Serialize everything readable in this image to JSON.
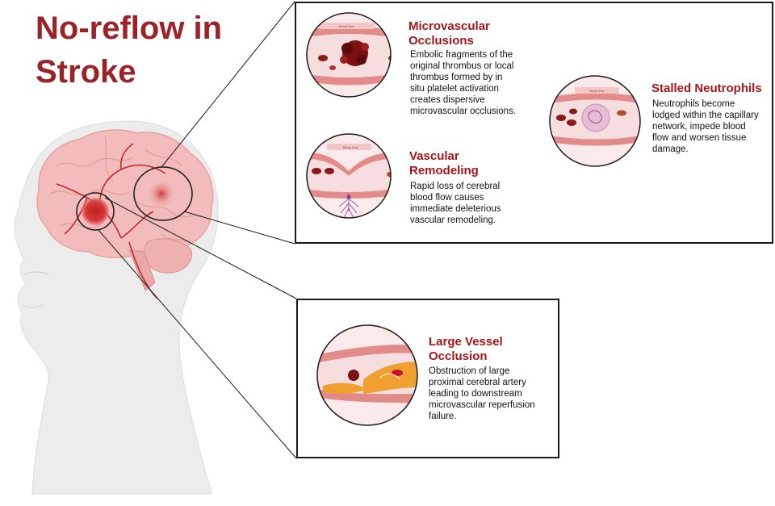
{
  "title": {
    "line1": "No-reflow in",
    "line2": "Stroke"
  },
  "panels": {
    "microvascular_occlusions": {
      "heading_line1": "Microvascular",
      "heading_line2": "Occlusions",
      "description_lines": [
        "Embolic fragments of the",
        "original thrombus or local",
        "thrombus formed by in",
        "situ platelet activation",
        "creates dispersive",
        "microvascular occlusions."
      ],
      "flow_label": "Blood flow"
    },
    "vascular_remodeling": {
      "heading_line1": "Vascular",
      "heading_line2": "Remodeling",
      "description_lines": [
        "Rapid loss of cerebral",
        "blood flow causes",
        "immediate deleterious",
        "vascular remodeling."
      ],
      "flow_label": "Blood flow"
    },
    "stalled_neutrophils": {
      "heading": "Stalled Neutrophils",
      "description_lines": [
        "Neutrophils become",
        "lodged within the capillary",
        "network, impede blood",
        "flow and worsen tissue",
        "damage."
      ],
      "flow_label": "Blood flow"
    },
    "large_vessel_occlusion": {
      "heading_line1": "Large Vessel",
      "heading_line2": "Occlusion",
      "description_lines": [
        "Obstruction of large",
        "proximal cerebral artery",
        "leading to downstream",
        "microvascular reperfusion",
        "failure."
      ]
    }
  },
  "colors": {
    "title": "#9b2226",
    "heading": "#a4161a",
    "vessel_wall": "#e38a8a",
    "vessel_lumen": "#f6dede",
    "clot": "#7a1010",
    "plaque": "#f0a030",
    "neutrophil": "#e7bdd8",
    "head_fill": "#ececec",
    "brain_fill": "#f2bcbc"
  }
}
